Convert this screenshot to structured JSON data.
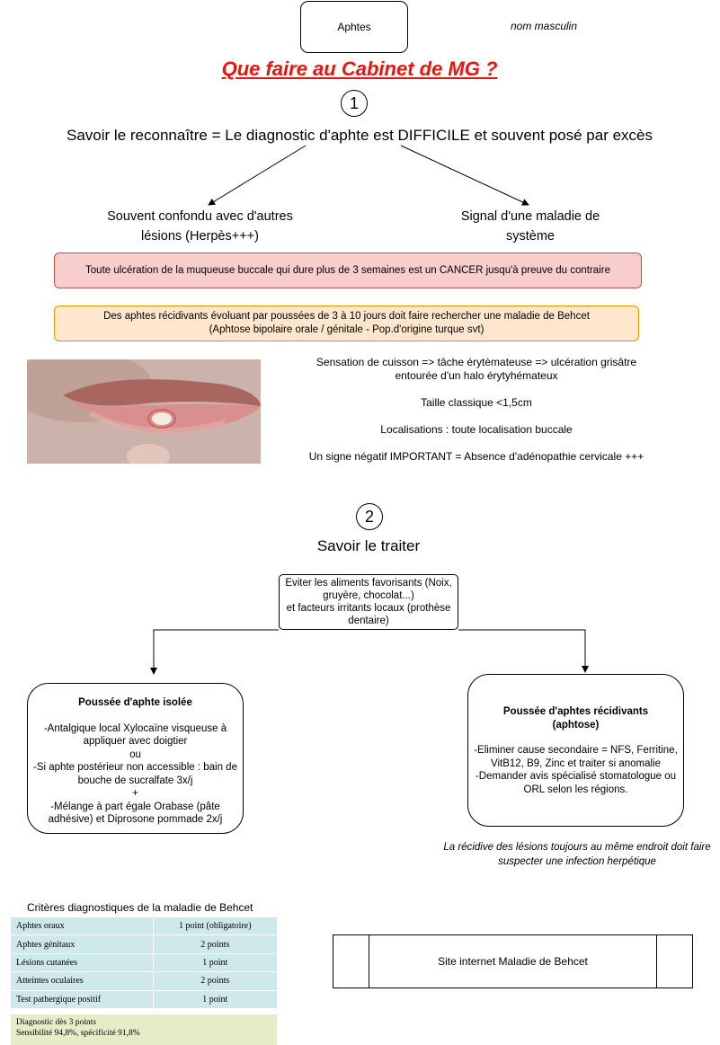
{
  "header": {
    "term": "Aphtes",
    "gender": "nom masculin",
    "title": "Que faire au Cabinet de MG ?"
  },
  "step1": {
    "number": "1",
    "heading": "Savoir le reconnaître = Le diagnostic d'aphte est DIFFICILE et souvent posé par excès",
    "branch_left": [
      "Souvent confondu avec d'autres",
      "lésions (Herpès+++)"
    ],
    "branch_right": [
      "Signal d'une maladie de",
      "système"
    ],
    "alert_red": "Toute ulcération de la muqueuse buccale qui dure plus de 3 semaines est un CANCER jusqu'à preuve du contraire",
    "alert_orange": [
      "Des aphtes récidivants évoluant par poussées de 3 à 10 jours doit faire rechercher une maladie de Behcet",
      "(Aphtose bipolaire orale / génitale - Pop.d'origine turque svt)"
    ],
    "description": {
      "line1": [
        "Sensation de cuisson => tâche érytèmateuse => ulcération grisâtre",
        "entourée d'un halo érytyhémateux"
      ],
      "line2": "Taille classique <1,5cm",
      "line3": "Localisations : toute localisation buccale",
      "line4": "Un signe négatif IMPORTANT = Absence d'adénopathie cervicale +++"
    }
  },
  "step2": {
    "number": "2",
    "heading": "Savoir le traiter",
    "top_box": [
      "Eviter les aliments favorisants (Noix,",
      "gruyère, chocolat...)",
      "et facteurs irritants locaux (prothèse",
      "dentaire)"
    ],
    "left_box": {
      "title": "Poussée d'aphte isolée",
      "lines": [
        "-Antalgique local Xylocaïne visqueuse à",
        "appliquer avec doigtier",
        "ou",
        "-Si aphte postérieur non accessible : bain de",
        "bouche de sucralfate 3x/j",
        "+",
        "-Mélange à part égale Orabase (pâte",
        "adhésive) et Diprosone pommade 2x/j"
      ]
    },
    "right_box": {
      "title": [
        "Poussée d'aphtes récidivants",
        "(aphtose)"
      ],
      "lines": [
        "-Eliminer cause secondaire = NFS, Ferritine,",
        "VitB12, B9, Zinc et traiter si anomalie",
        "-Demander avis spécialisé stomatologue ou",
        "ORL selon les régions."
      ]
    },
    "note": [
      "La récidive des lésions toujours au même endroit doit faire",
      "suspecter une infection herpétique"
    ]
  },
  "criteria": {
    "title": "Critères diagnostiques de la maladie de Behcet",
    "rows": [
      {
        "label": "Aphtes oraux",
        "points": "1 point (obligatoire)"
      },
      {
        "label": "Aphtes génitaux",
        "points": "2 points"
      },
      {
        "label": "Lésions cutanées",
        "points": "1 point"
      },
      {
        "label": "Atteintes oculaires",
        "points": "2 points"
      },
      {
        "label": "Test pathergique positif",
        "points": "1 point"
      }
    ],
    "footer": [
      "Diagnostic dès 3 points",
      "Sensibilité 94,8%, spécificité 91,8%"
    ]
  },
  "site_link": "Site internet Maladie de Behcet",
  "colors": {
    "title_red": "#e8140e",
    "alert_red_bg": "#f8cecc",
    "alert_red_border": "#b85450",
    "alert_orange_bg": "#ffe6cc",
    "alert_orange_border": "#d79b00",
    "table_blue": "#cfe8ec",
    "table_green": "#e4ecc8"
  }
}
